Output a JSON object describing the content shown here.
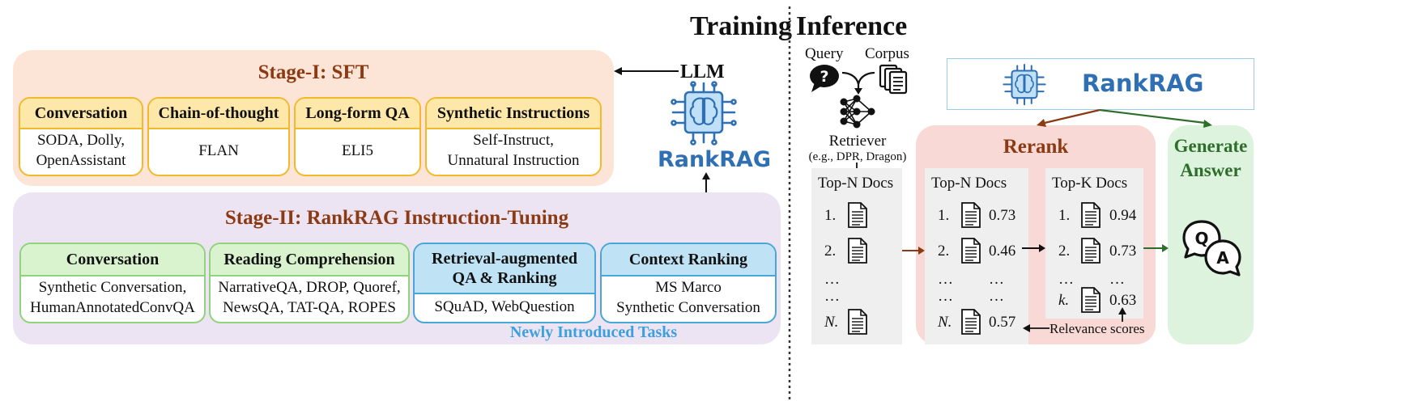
{
  "headings": {
    "training": "Training",
    "inference": "Inference"
  },
  "stage1": {
    "title": "Stage-I: SFT",
    "cards": [
      {
        "head": "Conversation",
        "body": [
          "SODA, Dolly,",
          "OpenAssistant"
        ]
      },
      {
        "head": "Chain-of-thought",
        "body": [
          "FLAN"
        ]
      },
      {
        "head": "Long-form QA",
        "body": [
          "ELI5"
        ]
      },
      {
        "head": "Synthetic Instructions",
        "body": [
          "Self-Instruct,",
          "Unnatural Instruction"
        ]
      }
    ]
  },
  "stage2": {
    "title": "Stage-II: RankRAG Instruction-Tuning",
    "cards": [
      {
        "head": "Conversation",
        "body": [
          "Synthetic Conversation,",
          "HumanAnnotatedConvQA"
        ]
      },
      {
        "head": "Reading Comprehension",
        "body": [
          "NarrativeQA, DROP, Quoref,",
          "NewsQA, TAT-QA, ROPES"
        ]
      },
      {
        "head": [
          "Retrieval-augmented",
          "QA & Ranking"
        ],
        "body": [
          "SQuAD, WebQuestion"
        ]
      },
      {
        "head": "Context Ranking",
        "body": [
          "MS Marco",
          "Synthetic Conversation"
        ]
      }
    ],
    "new_tasks_label": "Newly Introduced Tasks"
  },
  "llm": {
    "label": "LLM",
    "brand": "RankRAG"
  },
  "inference": {
    "query_label": "Query",
    "corpus_label": "Corpus",
    "retriever_label": "Retriever",
    "retriever_examples": "(e.g., DPR, Dragon)",
    "rankrag_banner": "RankRAG",
    "topn_panel": {
      "title": "Top-N Docs",
      "rows": [
        "1.",
        "2.",
        "…",
        "…",
        "N."
      ]
    },
    "rerank": {
      "title": "Rerank",
      "topn": {
        "title": "Top-N Docs",
        "rows": [
          {
            "idx": "1.",
            "score": "0.73"
          },
          {
            "idx": "2.",
            "score": "0.46"
          },
          {
            "idx": "…",
            "score": "…"
          },
          {
            "idx": "…",
            "score": "…"
          },
          {
            "idx": "N.",
            "score": "0.57"
          }
        ]
      },
      "topk": {
        "title": "Top-K Docs",
        "rows": [
          {
            "idx": "1.",
            "score": "0.94"
          },
          {
            "idx": "2.",
            "score": "0.73"
          },
          {
            "idx": "…",
            "score": "…"
          },
          {
            "idx": "k.",
            "score": "0.63"
          }
        ]
      },
      "relevance_label": "Relevance scores"
    },
    "generate": {
      "title": [
        "Generate",
        "Answer"
      ],
      "icon_q": "Q",
      "icon_a": "A"
    }
  },
  "colors": {
    "stage1_bg": "#fce5d6",
    "stage2_bg": "#ece4f2",
    "rerank_bg": "#f9d9d6",
    "generate_bg": "#ddf3dd",
    "stage_title": "#8b3a14",
    "rerank_title": "#8b3a14",
    "generate_title": "#2e6e2b",
    "new_tasks": "#3aa0e0",
    "rankrag_blue": "#2f6fb3"
  }
}
